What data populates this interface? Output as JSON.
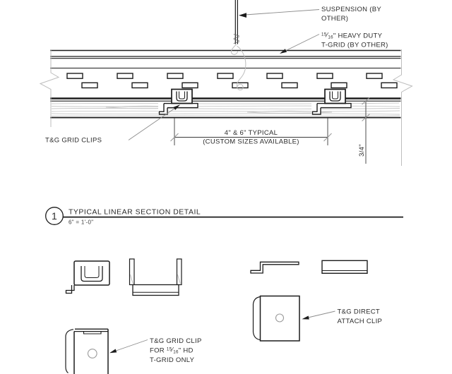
{
  "colors": {
    "line": "#1c1c1c",
    "light_line": "#bdbdbd",
    "leader": "#8c8c8c",
    "text": "#2b2b2b",
    "background": "#ffffff"
  },
  "section_detail": {
    "suspension_label_line1": "SUSPENSION (BY",
    "suspension_label_line2": "OTHER)",
    "tgrid_label": {
      "frac_num": "15",
      "frac_slash": "⁄",
      "frac_den": "16",
      "line1_rest": "\" HEAVY DUTY",
      "line2": "T-GRID (BY OTHER)"
    },
    "grid_clips_label": "T&G GRID CLIPS",
    "width_dim_line1": "4\" & 6\" TYPICAL",
    "width_dim_line2": "(CUSTOM SIZES AVAILABLE)",
    "thickness_dim": "3/4\""
  },
  "title_block": {
    "detail_number": "1",
    "title": "TYPICAL LINEAR SECTION DETAIL",
    "scale": "6\" = 1'-0\""
  },
  "clip_details": {
    "grid_clip_label": {
      "line1": "T&G GRID CLIP",
      "line2_pre": "FOR ",
      "frac_num": "15",
      "frac_slash": "⁄",
      "frac_den": "16",
      "line2_post": "\" HD",
      "line3": "T-GRID ONLY"
    },
    "direct_attach_label": {
      "line1": "T&G DIRECT",
      "line2": "ATTACH CLIP"
    }
  }
}
